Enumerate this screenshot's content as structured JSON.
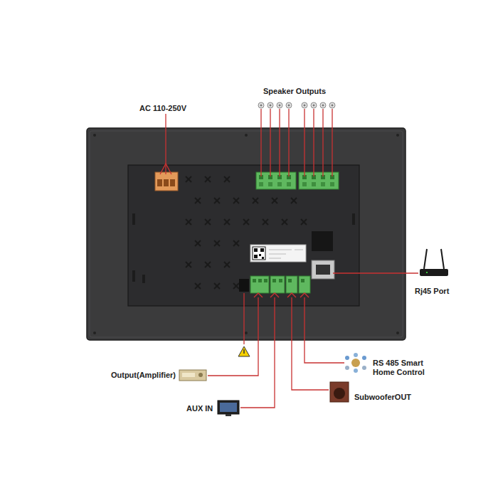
{
  "diagram": {
    "labels": [
      "Speaker Outputs",
      "AC 110-250V",
      "Rj45 Port",
      "RS 485 Smart Home Control",
      "SubwooferOUT",
      "Output(Amplifier)",
      "AUX IN"
    ]
  }
}
